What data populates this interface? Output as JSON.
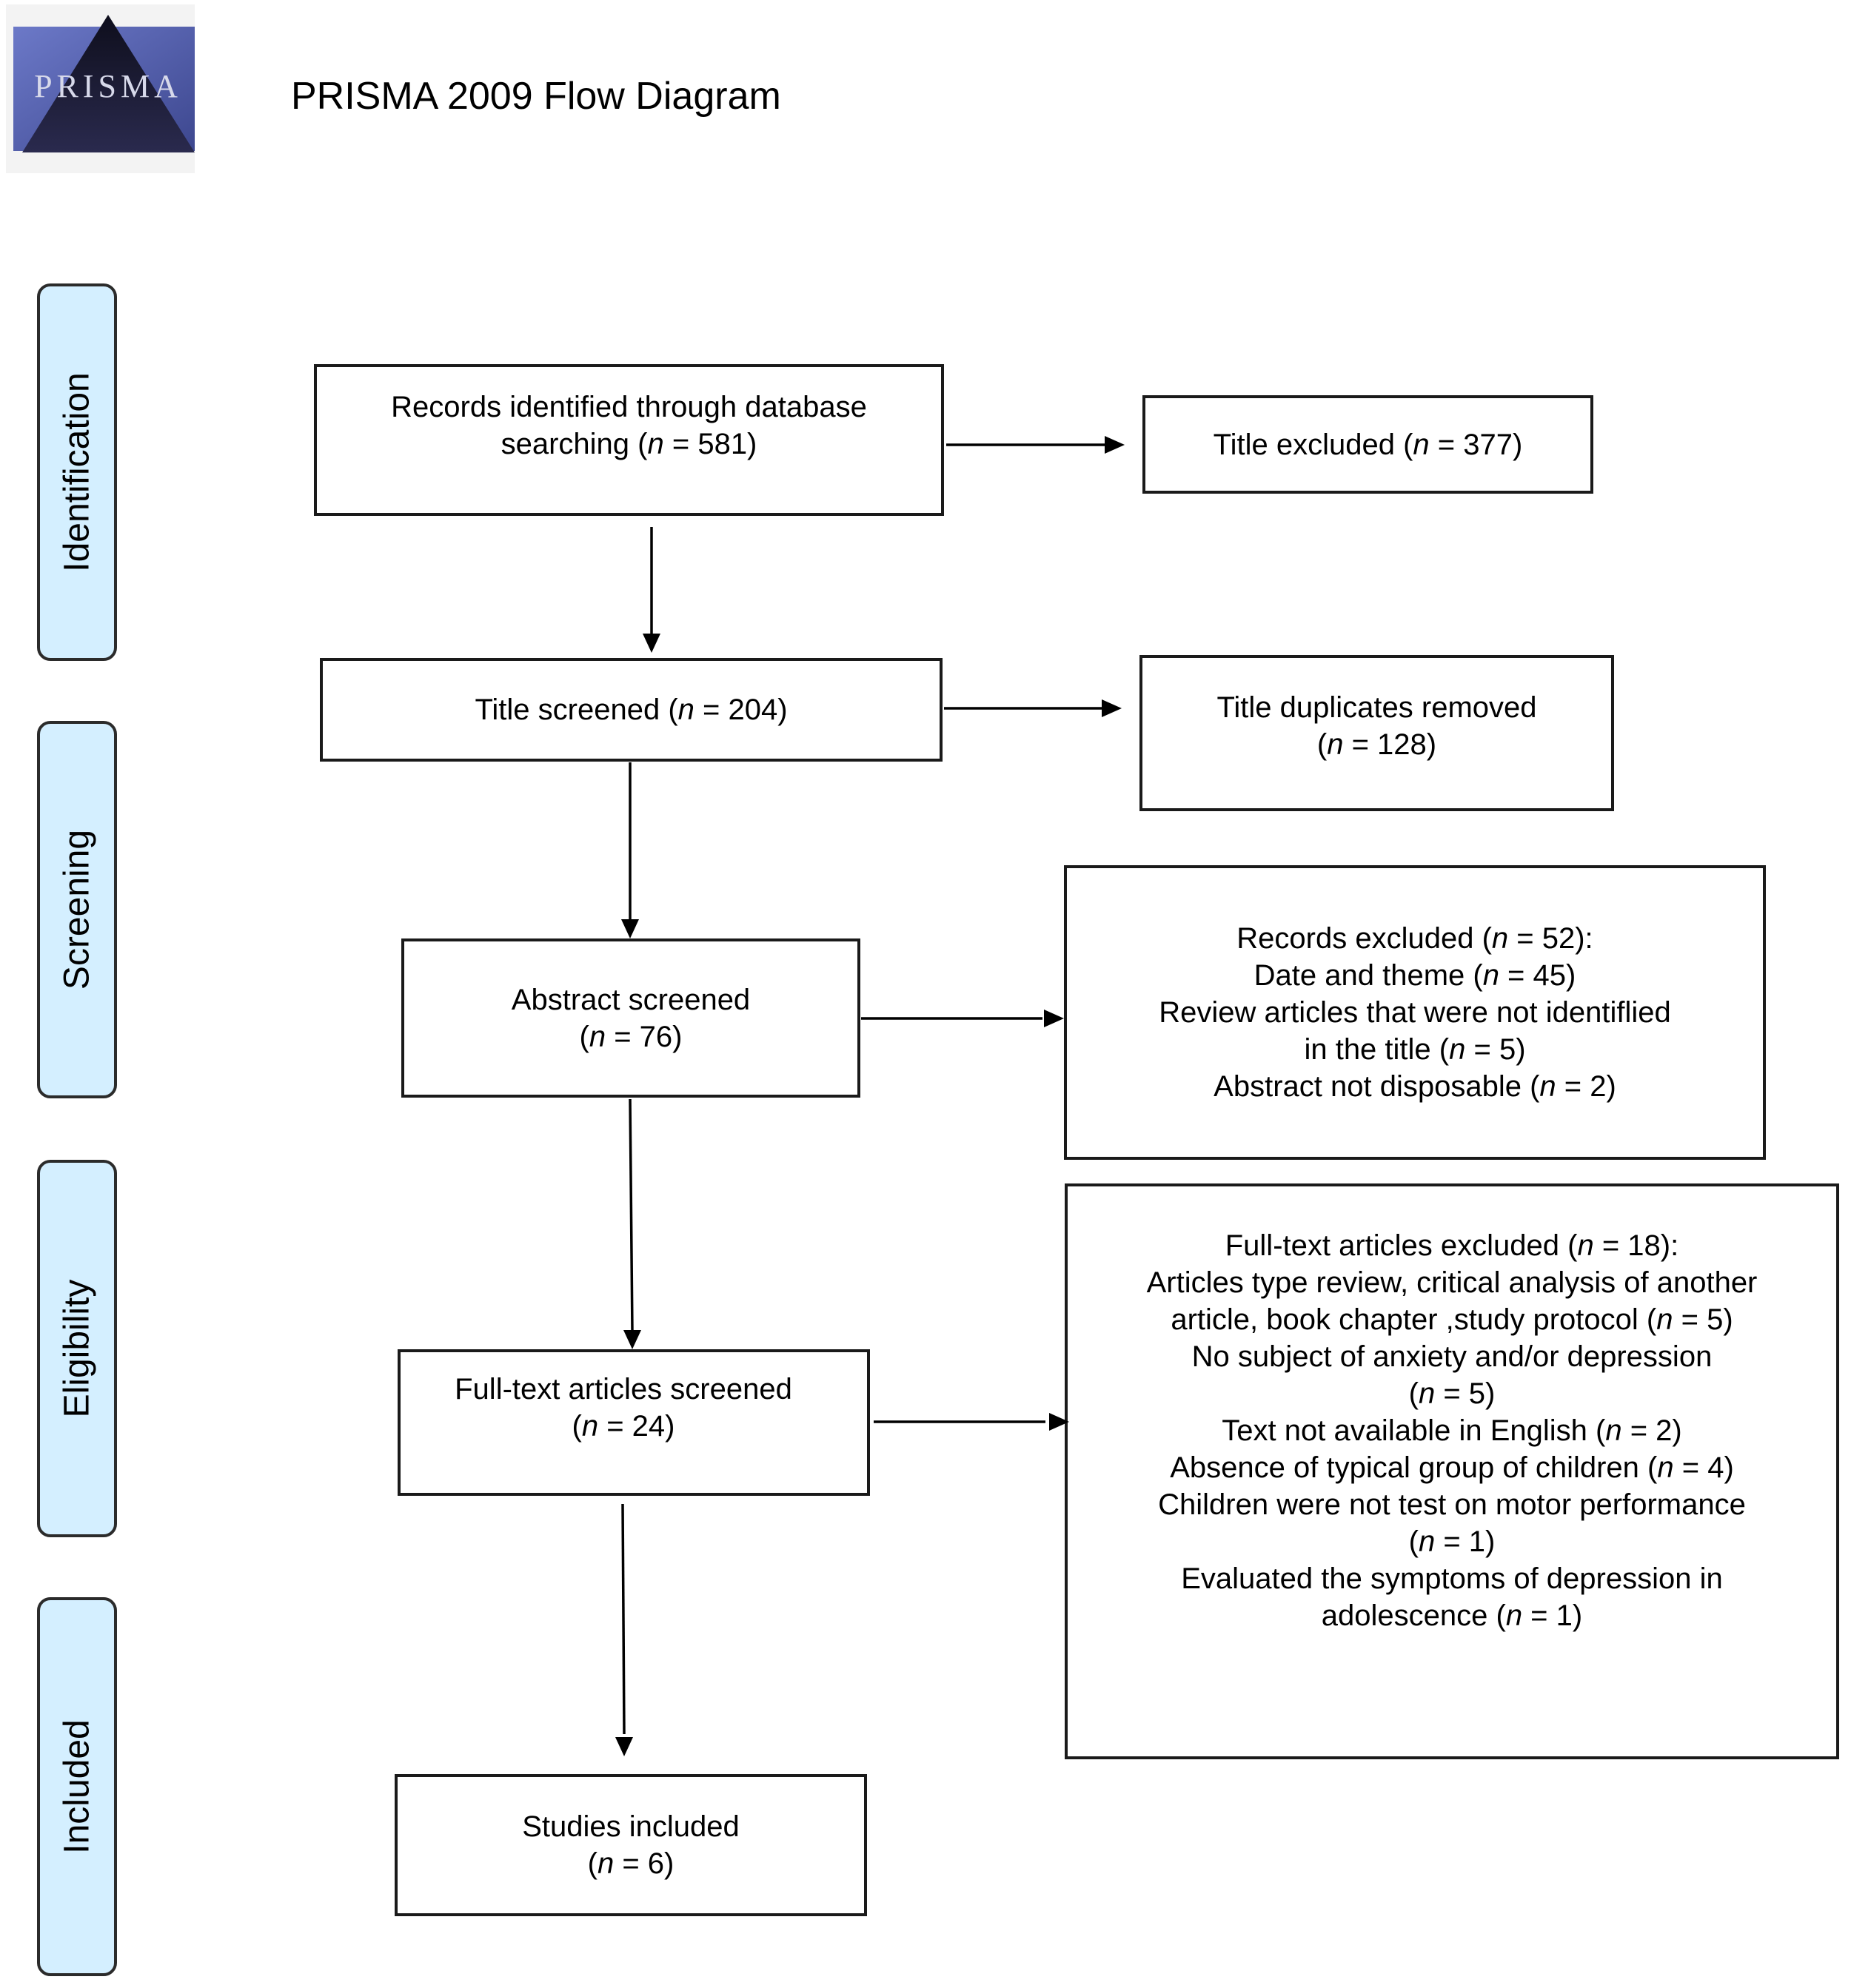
{
  "header": {
    "title": "PRISMA 2009 Flow Diagram",
    "logo_text": "PRISMA"
  },
  "stages": [
    {
      "id": "identification",
      "label": "Identification"
    },
    {
      "id": "screening",
      "label": "Screening"
    },
    {
      "id": "eligibility",
      "label": "Eligibility"
    },
    {
      "id": "included",
      "label": "Included"
    }
  ],
  "colors": {
    "stage_fill": "#d4efff",
    "logo_dark": "#1c1c38",
    "logo_blue": "#5561b6"
  },
  "boxes": [
    {
      "id": "records-identified",
      "lines": [
        [
          "Records identified through database"
        ],
        [
          "searching (",
          {
            "i": "n"
          },
          " = 581)"
        ]
      ]
    },
    {
      "id": "title-excluded",
      "lines": [
        [
          "Title excluded (",
          {
            "i": "n"
          },
          " = 377)"
        ]
      ]
    },
    {
      "id": "title-screened",
      "lines": [
        [
          "Title screened (",
          {
            "i": "n"
          },
          " = 204)"
        ]
      ]
    },
    {
      "id": "title-duplicates",
      "lines": [
        [
          "Title duplicates removed"
        ],
        [
          "(",
          {
            "i": "n"
          },
          " = 128)"
        ]
      ]
    },
    {
      "id": "abstract-screened",
      "lines": [
        [
          "Abstract screened"
        ],
        [
          "(",
          {
            "i": "n"
          },
          " = 76)"
        ]
      ]
    },
    {
      "id": "records-excluded",
      "lines": [
        [
          "Records excluded (",
          {
            "i": "n"
          },
          " = 52):"
        ],
        [
          "Date and theme (",
          {
            "i": "n"
          },
          " = 45)"
        ],
        [
          "Review articles that were not identiflied"
        ],
        [
          "in the title (",
          {
            "i": "n"
          },
          " = 5)"
        ],
        [
          "Abstract not disposable (",
          {
            "i": "n"
          },
          " = 2)"
        ]
      ]
    },
    {
      "id": "fulltext-screened",
      "lines": [
        [
          "Full-text articles screened"
        ],
        [
          "(",
          {
            "i": "n"
          },
          " = 24)"
        ]
      ]
    },
    {
      "id": "fulltext-excluded",
      "lines": [
        [
          "Full-text articles excluded (",
          {
            "i": "n"
          },
          " = 18):"
        ],
        [
          "Articles type review, critical analysis of another"
        ],
        [
          "article, book chapter ,study protocol (",
          {
            "i": "n"
          },
          " = 5)"
        ],
        [
          "No subject of anxiety and/or depression"
        ],
        [
          "(",
          {
            "i": "n"
          },
          " = 5)"
        ],
        [
          "Text not available in English (",
          {
            "i": "n"
          },
          " = 2)"
        ],
        [
          "Absence of typical group of children (",
          {
            "i": "n"
          },
          " = 4)"
        ],
        [
          "Children were not test on motor performance"
        ],
        [
          "(",
          {
            "i": "n"
          },
          " = 1)"
        ],
        [
          "Evaluated the symptoms of depression in"
        ],
        [
          "adolescence (",
          {
            "i": "n"
          },
          " = 1)"
        ]
      ]
    },
    {
      "id": "studies-included",
      "lines": [
        [
          "Studies included"
        ],
        [
          "(",
          {
            "i": "n"
          },
          " = 6)"
        ]
      ]
    }
  ]
}
